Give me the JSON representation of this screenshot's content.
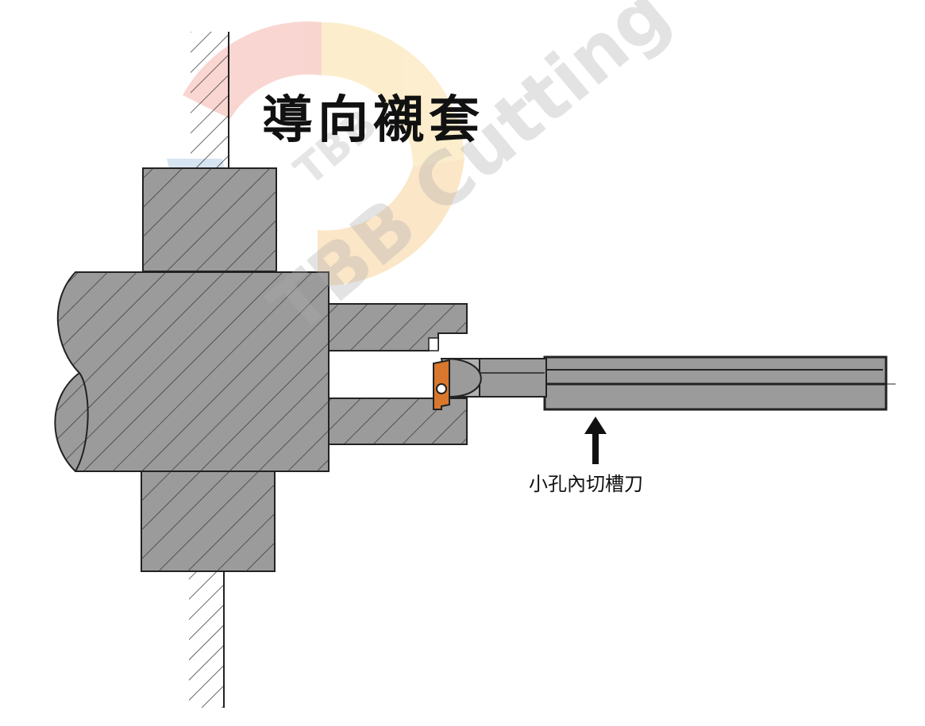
{
  "title": "導向襯套",
  "tool_label": "小孔內切槽刀",
  "watermark": {
    "logo_text": "TBB",
    "text": "TBB Cutting Tool"
  },
  "colors": {
    "metal_fill": "#9b9b9b",
    "outline": "#222222",
    "hatch": "#222222",
    "insert": "#d9772c",
    "logo_red": "#ef8a7a",
    "logo_yellow": "#f7cf72",
    "logo_blue": "#8fb3dc"
  },
  "icons": {
    "pointer": "arrow-up-icon"
  }
}
